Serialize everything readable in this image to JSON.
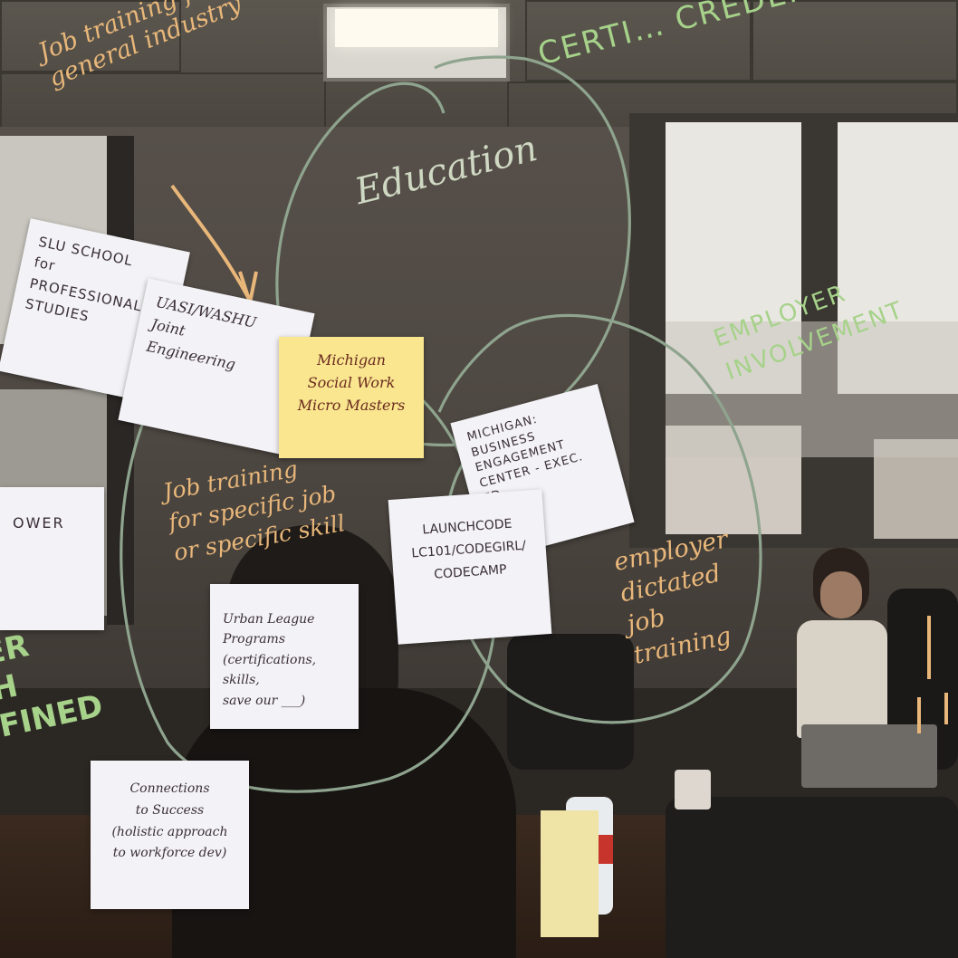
{
  "marker_text": {
    "job_training_general": "Job training for\ngeneral industry",
    "education": "Education",
    "certification": "CERTI… CREDEN…",
    "employer_involvement": "EMPLOYER\nINVOLVEMENT",
    "job_training_specific": "Job training\nfor specific job\nor specific skill",
    "employer_dictated": "employer\ndictated\njob\ntraining",
    "left_edge_green": "ER\nH\nFINED"
  },
  "sticky_notes": {
    "slu": "SLU SCHOOL\nfor PROFESSIONAL\nSTUDIES",
    "uasi": "UASI/WASHU\nJoint\nEngineering",
    "michigan_social": "Michigan\nSocial Work\nMicro Masters",
    "michigan_business": "MICHIGAN:\nBUSINESS\nENGAGEMENT\nCENTER - EXEC.\nED",
    "launchcode": "LAUNCHCODE\nLC101/CODEGIRL/\nCODECAMP",
    "power": "OWER",
    "urban_league": "Urban League\nPrograms\n(certifications, skills,\nsave our ___)",
    "connections": "Connections\nto Success\n(holistic approach\nto workforce dev)"
  },
  "colors": {
    "marker_orange": "#e9b77a",
    "marker_green": "#a6d28a",
    "circle_stroke": "#8fa48e",
    "note_white": "#f3f2f6",
    "note_yellow": "#f9e68f"
  },
  "icons": {
    "arrow": "hand-drawn-arrow-icon"
  }
}
